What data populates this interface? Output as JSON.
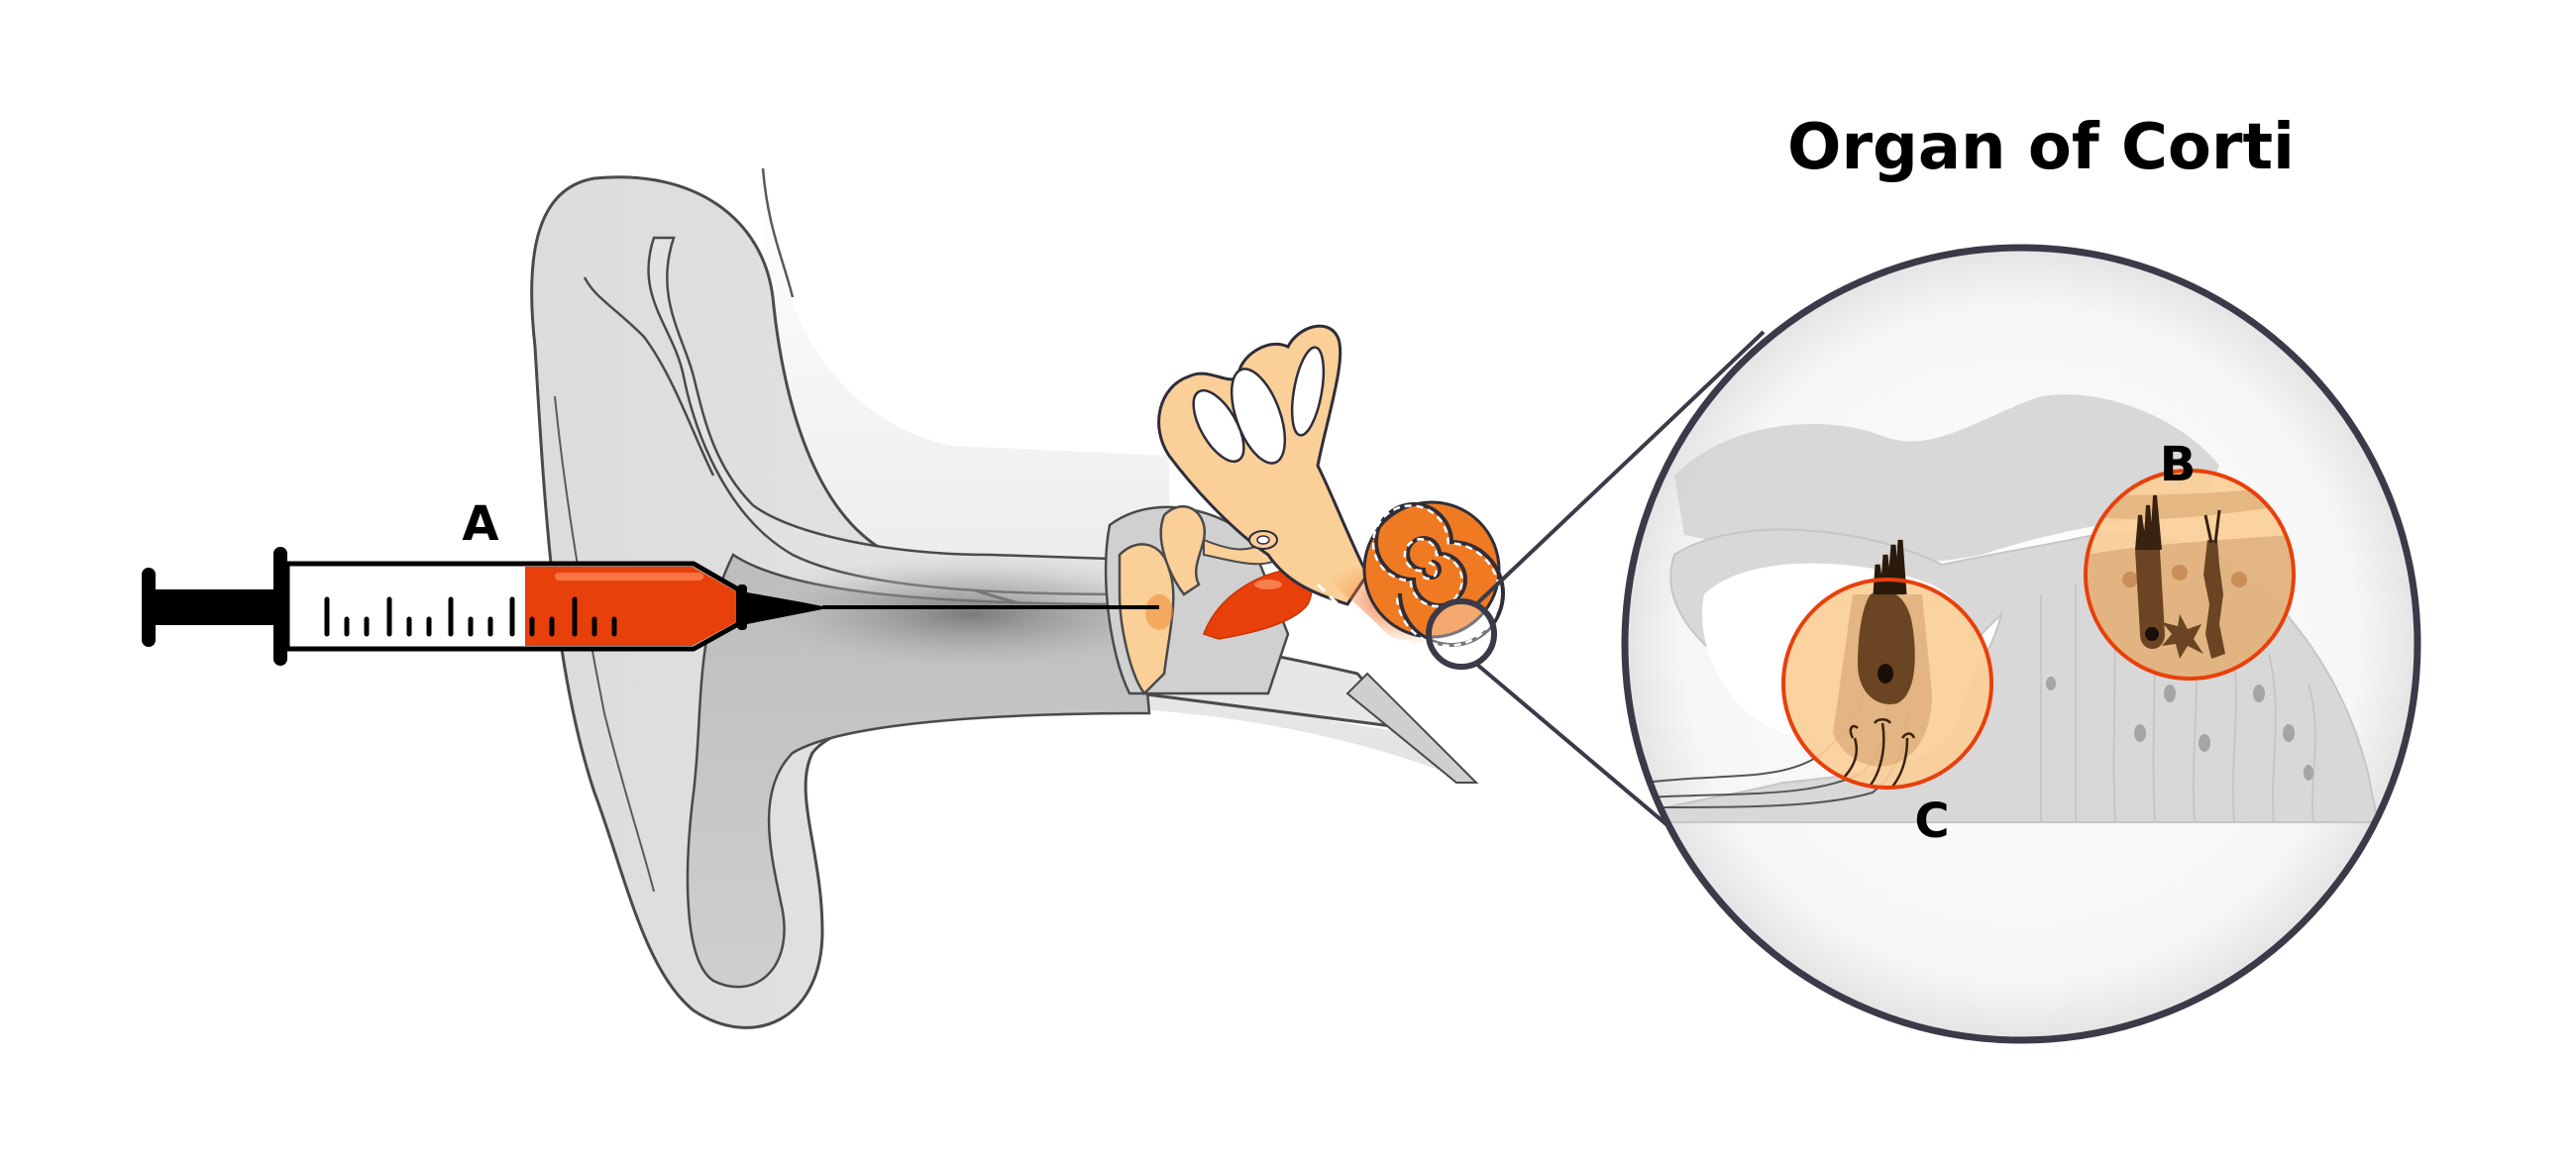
{
  "title": "Organ of Corti",
  "labels": {
    "a": "A",
    "b": "B",
    "c": "C"
  },
  "components": {
    "syringe": "syringe",
    "outer_ear": "outer-ear",
    "middle_ear": "middle-ear",
    "inner_ear": "inner-ear",
    "cochlea": "cochlea",
    "magnifier": "organ-of-corti-magnified-view",
    "inner_hair_cell": "inner-hair-cell",
    "outer_hair_cells": "outer-hair-cells-and-supporting-cells"
  },
  "colors": {
    "injection_orange": "#e8400b",
    "inner_ear_peach": "#fbcf98",
    "cochlea_orange": "#f07a22",
    "tissue_gray": "#d6d6d6",
    "outline_dark": "#3a3a48",
    "highlight_circle": "#e8400b",
    "cell_brown": "#6b4423"
  }
}
